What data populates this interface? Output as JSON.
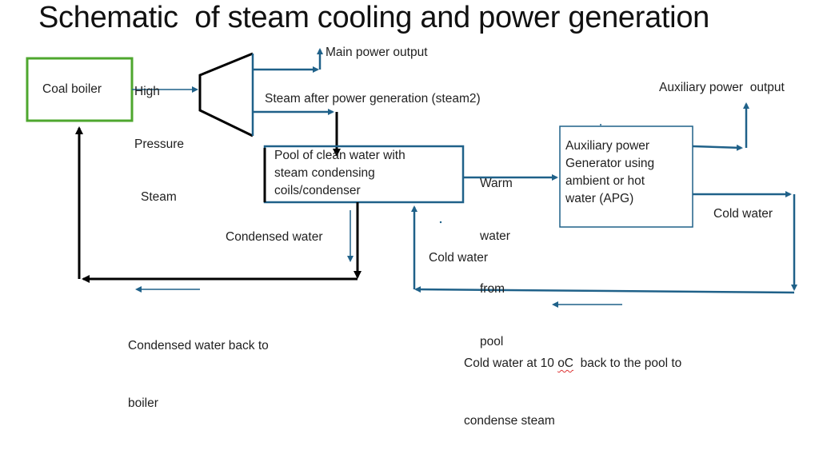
{
  "title": "Schematic  of steam cooling and power generation",
  "colors": {
    "flow_line": "#1f6189",
    "return_line": "#000000",
    "boiler_border": "#4ea72e",
    "box_border": "#1f6189"
  },
  "nodes": {
    "boiler": {
      "label": "Coal boiler"
    },
    "turbine": {
      "label": ""
    },
    "pool": {
      "lines": [
        "Pool of clean water with",
        "steam condensing",
        "coils/condenser"
      ]
    },
    "apg": {
      "lines": [
        "Auxiliary power",
        "Generator using",
        "ambient or hot",
        "water (APG)"
      ]
    }
  },
  "labels": {
    "high_pressure_steam": [
      "High",
      "Pressure",
      "Steam"
    ],
    "main_power_output": "Main power output",
    "steam2": "Steam after power generation (steam2)",
    "warm_water": [
      "Warm",
      "water",
      "from",
      "pool"
    ],
    "aux_power_output": "Auxiliary power  output",
    "cold_water_right": "Cold water",
    "cold_water_left": "Cold water",
    "condensed_water": "Condensed water",
    "condensed_back": [
      "Condensed water back to",
      "boiler"
    ],
    "cold_back_pre": "Cold water at 10 ",
    "cold_back_unit": "oC",
    "cold_back_post": "  back to the pool to",
    "cold_back_line2": "condense steam"
  }
}
